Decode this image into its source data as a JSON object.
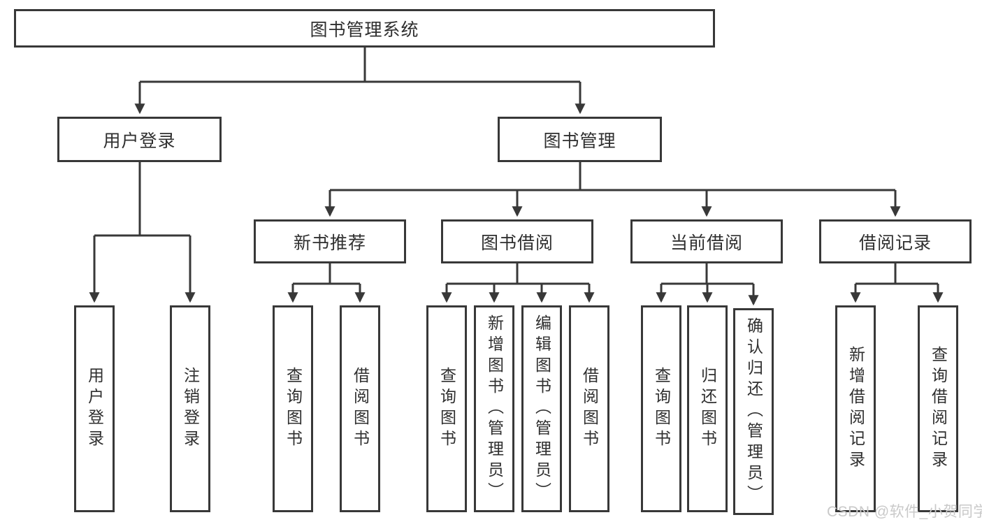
{
  "colors": {
    "line": "#383838",
    "box_border": "#383838",
    "text": "#2f2f2f",
    "watermark": "#c9c9c9",
    "background": "#ffffff"
  },
  "watermark": {
    "text": "CSDN @软件_小贺同学"
  },
  "tree": {
    "root": {
      "label": "图书管理系统",
      "children": [
        {
          "label": "用户登录",
          "children": [
            {
              "label": "用户登录"
            },
            {
              "label": "注销登录"
            }
          ]
        },
        {
          "label": "图书管理",
          "children": [
            {
              "label": "新书推荐",
              "children": [
                {
                  "label": "查询图书"
                },
                {
                  "label": "借阅图书"
                }
              ]
            },
            {
              "label": "图书借阅",
              "children": [
                {
                  "label": "查询图书"
                },
                {
                  "label": "新增图书（管理员）"
                },
                {
                  "label": "编辑图书（管理员）"
                },
                {
                  "label": "借阅图书"
                }
              ]
            },
            {
              "label": "当前借阅",
              "children": [
                {
                  "label": "查询图书"
                },
                {
                  "label": "归还图书"
                },
                {
                  "label": "确认归还（管理员）"
                }
              ]
            },
            {
              "label": "借阅记录",
              "children": [
                {
                  "label": "新增借阅记录"
                },
                {
                  "label": "查询借阅记录"
                }
              ]
            }
          ]
        }
      ]
    }
  }
}
